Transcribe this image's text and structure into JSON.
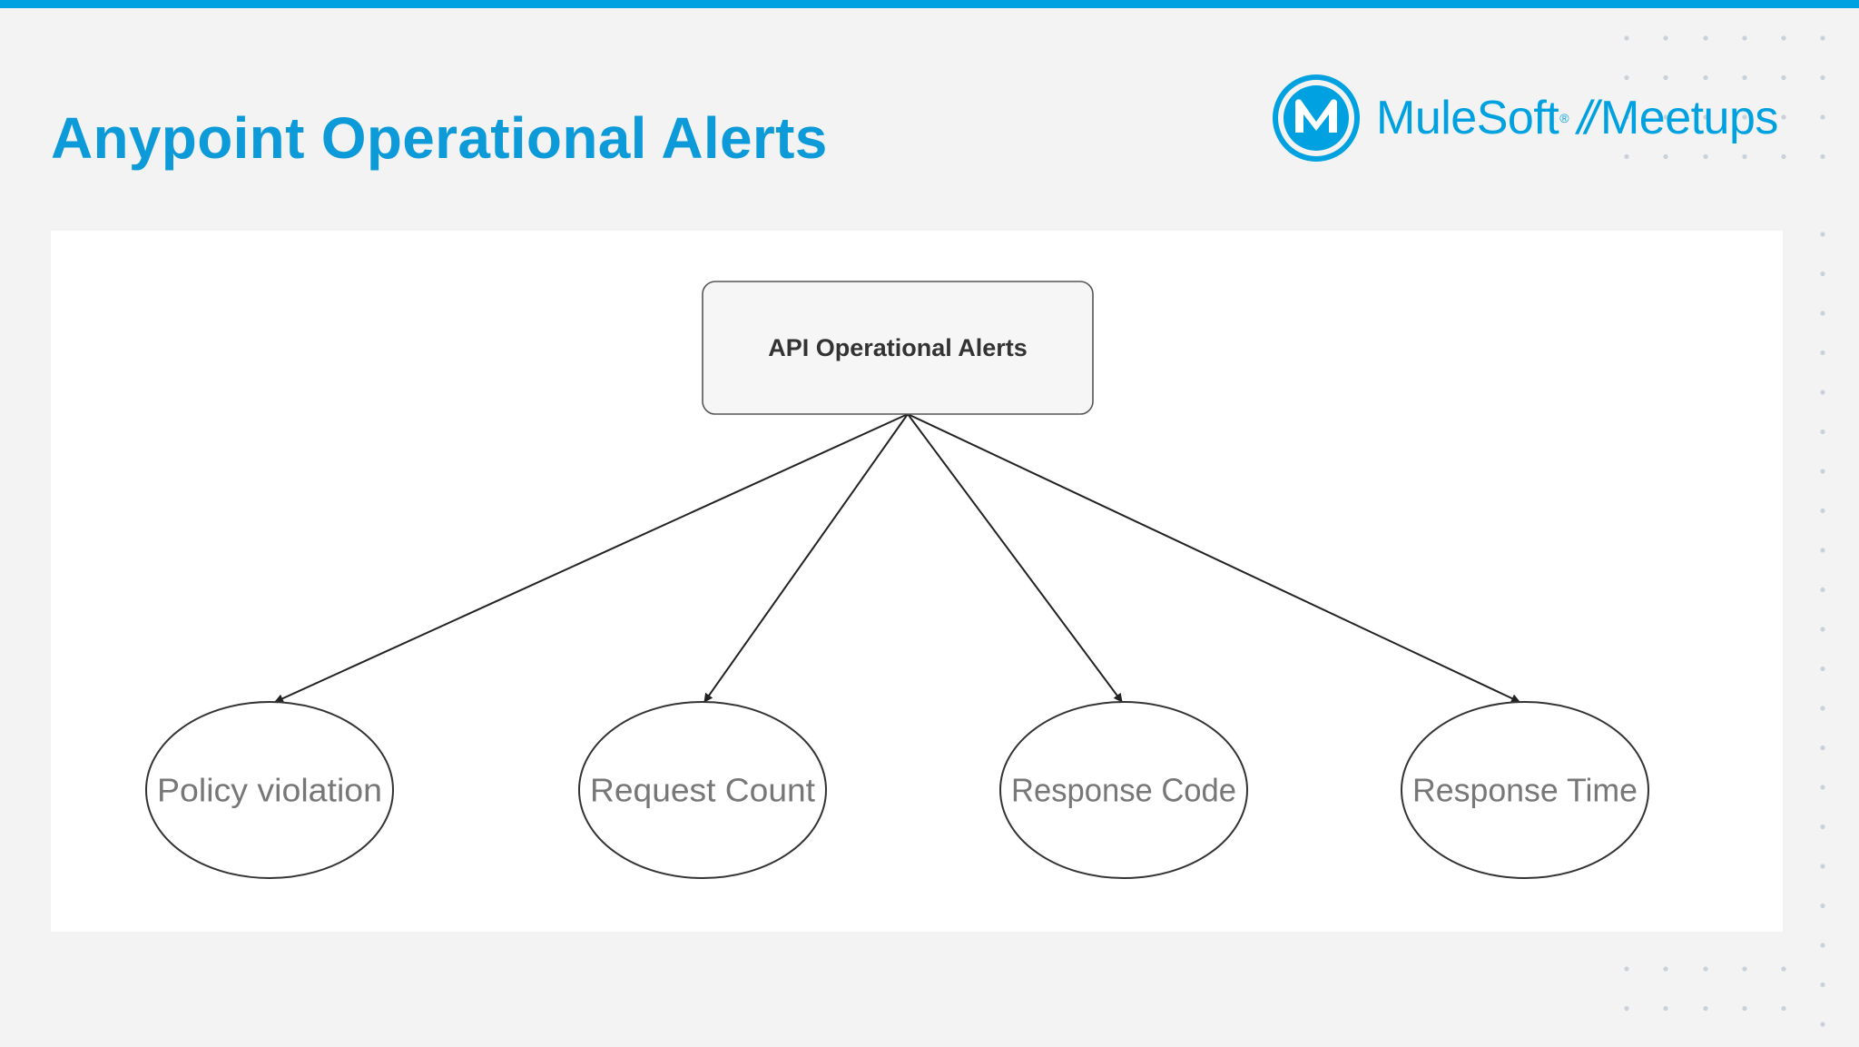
{
  "slide": {
    "title": "Anypoint Operational Alerts"
  },
  "logo": {
    "brand": "MuleSoft",
    "registered": "®",
    "separator": "//",
    "program": "Meetups",
    "icon": "mulesoft-m-logo-icon"
  },
  "diagram": {
    "root": {
      "label": "API Operational Alerts"
    },
    "children": [
      {
        "label": "Policy violation"
      },
      {
        "label": "Request Count"
      },
      {
        "label": "Response Code"
      },
      {
        "label": "Response Time"
      }
    ]
  },
  "colors": {
    "accent": "#00a1e0",
    "title": "#0d9ad8",
    "background": "#f3f3f4",
    "panel": "#ffffff",
    "node_border": "#333333",
    "root_fill": "#f6f6f6",
    "root_text": "#333333",
    "child_text": "#777777",
    "dots": "#c9d1da"
  }
}
